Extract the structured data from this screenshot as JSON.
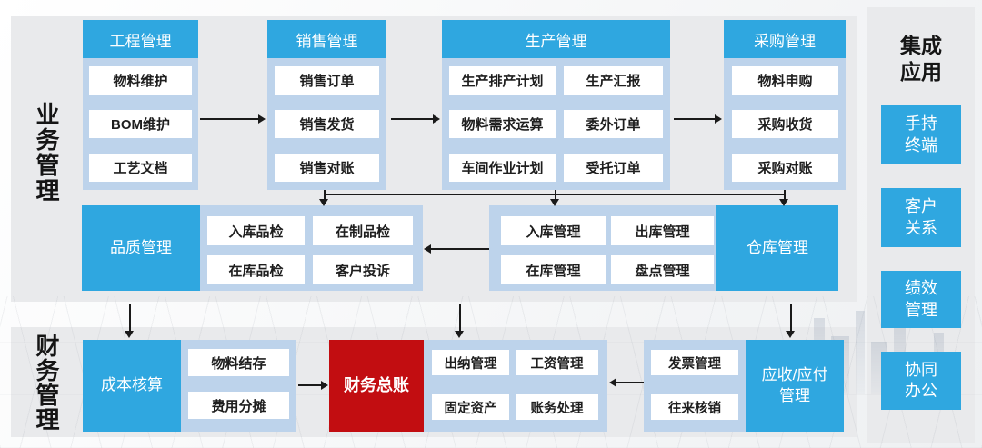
{
  "sections": {
    "business": {
      "label": "业务管理",
      "columns": [
        {
          "header": "工程管理",
          "items": [
            "物料维护",
            "BOM维护",
            "工艺文档"
          ]
        },
        {
          "header": "销售管理",
          "items": [
            "销售订单",
            "销售发货",
            "销售对账"
          ]
        },
        {
          "header": "生产管理",
          "items": [
            "生产排产计划",
            "生产汇报",
            "物料需求运算",
            "委外订单",
            "车间作业计划",
            "受托订单"
          ]
        },
        {
          "header": "采购管理",
          "items": [
            "物料申购",
            "采购收货",
            "采购对账"
          ]
        }
      ],
      "quality": {
        "block": "品质管理",
        "items": [
          "入库品检",
          "在制品检",
          "在库品检",
          "客户投诉"
        ]
      },
      "warehouse": {
        "block": "仓库管理",
        "items": [
          "入库管理",
          "出库管理",
          "在库管理",
          "盘点管理"
        ]
      }
    },
    "finance": {
      "label": "财务管理",
      "cost": {
        "block": "成本核算",
        "items": [
          "物料结存",
          "费用分摊"
        ]
      },
      "ledger": {
        "block": "财务总账"
      },
      "accounting": {
        "items": [
          "出纳管理",
          "工资管理",
          "固定资产",
          "账务处理"
        ]
      },
      "receivable": {
        "block": "应收/应付管理",
        "items": [
          "发票管理",
          "往来核销"
        ]
      }
    },
    "integration": {
      "title": "集成应用",
      "items": [
        "手持终端",
        "客户关系",
        "绩效管理",
        "协同办公"
      ]
    }
  },
  "colors": {
    "accent_blue": "#2FA7E0",
    "container_blue": "#BDD3EB",
    "accent_red": "#C20D11",
    "panel_gray": "#E9EAEC",
    "arrow_black": "#1A1A1A"
  }
}
